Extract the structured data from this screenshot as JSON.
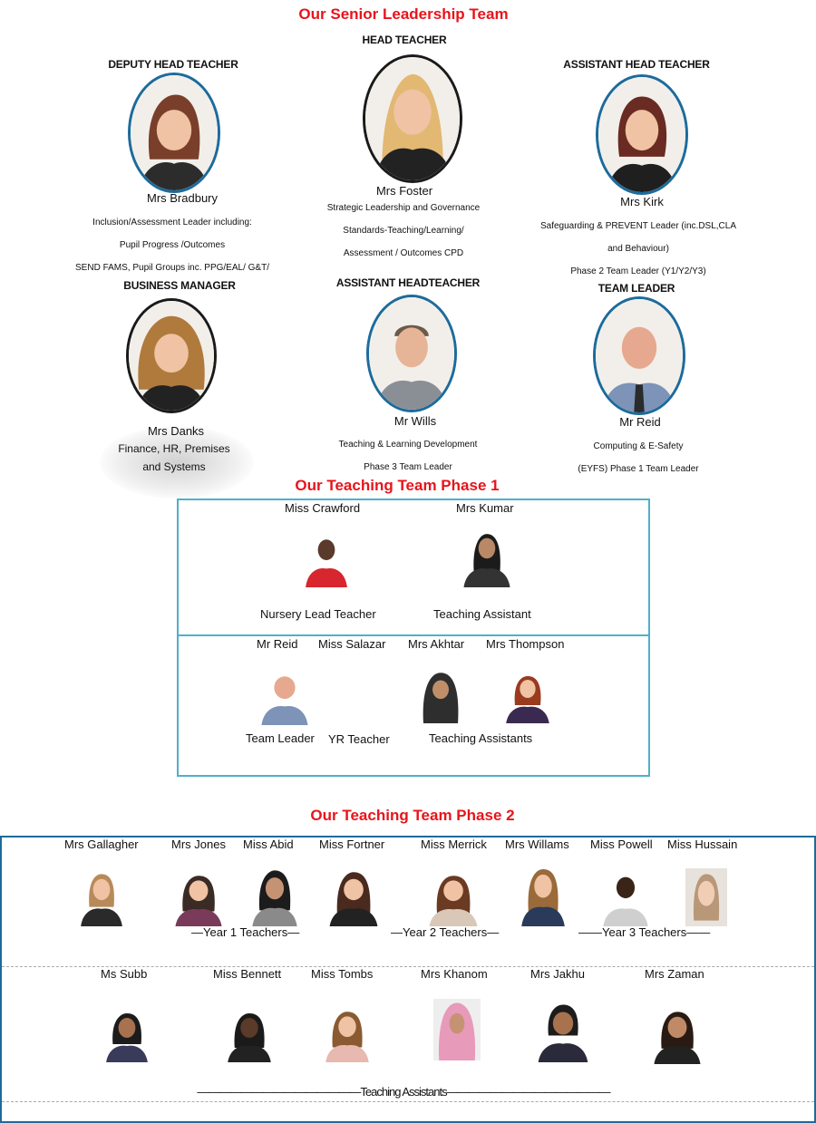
{
  "senior": {
    "title": "Our Senior Leadership Team",
    "head": {
      "role": "HEAD TEACHER",
      "name": "Mrs Foster",
      "lines": [
        "Strategic Leadership and Governance",
        "Standards-Teaching/Learning/",
        "Assessment / Outcomes  CPD"
      ]
    },
    "deputy": {
      "role": "DEPUTY HEAD TEACHER",
      "name": "Mrs Bradbury",
      "lines": [
        "Inclusion/Assessment Leader including:",
        "Pupil Progress /Outcomes",
        "SEND FAMS, Pupil Groups inc. PPG/EAL/ G&T/"
      ]
    },
    "assistant_head": {
      "role": "ASSISTANT HEAD TEACHER",
      "name": "Mrs Kirk",
      "lines": [
        "Safeguarding & PREVENT Leader (inc.DSL,CLA",
        "and Behaviour)",
        "Phase 2 Team Leader (Y1/Y2/Y3)"
      ]
    },
    "business": {
      "role": "BUSINESS MANAGER",
      "name": "Mrs Danks",
      "lines": [
        "Finance, HR, Premises",
        "and Systems"
      ]
    },
    "assistant_headteacher": {
      "role": "ASSISTANT HEADTEACHER",
      "name": "Mr Wills",
      "lines": [
        "Teaching & Learning Development",
        "Phase 3 Team Leader"
      ]
    },
    "team_leader": {
      "role": "TEAM LEADER",
      "name": "Mr Reid",
      "lines": [
        "Computing & E-Safety",
        "(EYFS) Phase 1 Team Leader"
      ]
    }
  },
  "phase1": {
    "title": "Our Teaching Team Phase 1",
    "top_names": [
      "Miss Crawford",
      "Mrs Kumar"
    ],
    "top_labels": [
      "Nursery Lead Teacher",
      "Teaching Assistant"
    ],
    "bottom_names": [
      "Mr Reid",
      "Miss Salazar",
      "Mrs Akhtar",
      "Mrs Thompson"
    ],
    "bottom_labels": [
      "Team Leader",
      "YR Teacher",
      "Teaching Assistants"
    ]
  },
  "phase2": {
    "title": "Our Teaching Team Phase 2",
    "row1_names": [
      "Mrs Gallagher",
      "Mrs Jones",
      "Miss Abid",
      "Miss Fortner",
      "Miss Merrick",
      "Mrs Willams",
      "Miss Powell",
      "Miss Hussain"
    ],
    "year_labels": [
      "—Year 1 Teachers—",
      "—Year 2 Teachers—",
      "——Year 3 Teachers——"
    ],
    "row2_names": [
      "Ms Subb",
      "Miss Bennett",
      "Miss Tombs",
      "Mrs Khanom",
      "Mrs Jakhu",
      "Mrs Zaman"
    ],
    "ta_label": "———————————————Teaching Assistants———————————————"
  },
  "colors": {
    "title_red": "#e8141b",
    "oval_blue": "#1c6b9c",
    "box_teal": "#4fb0c9"
  }
}
